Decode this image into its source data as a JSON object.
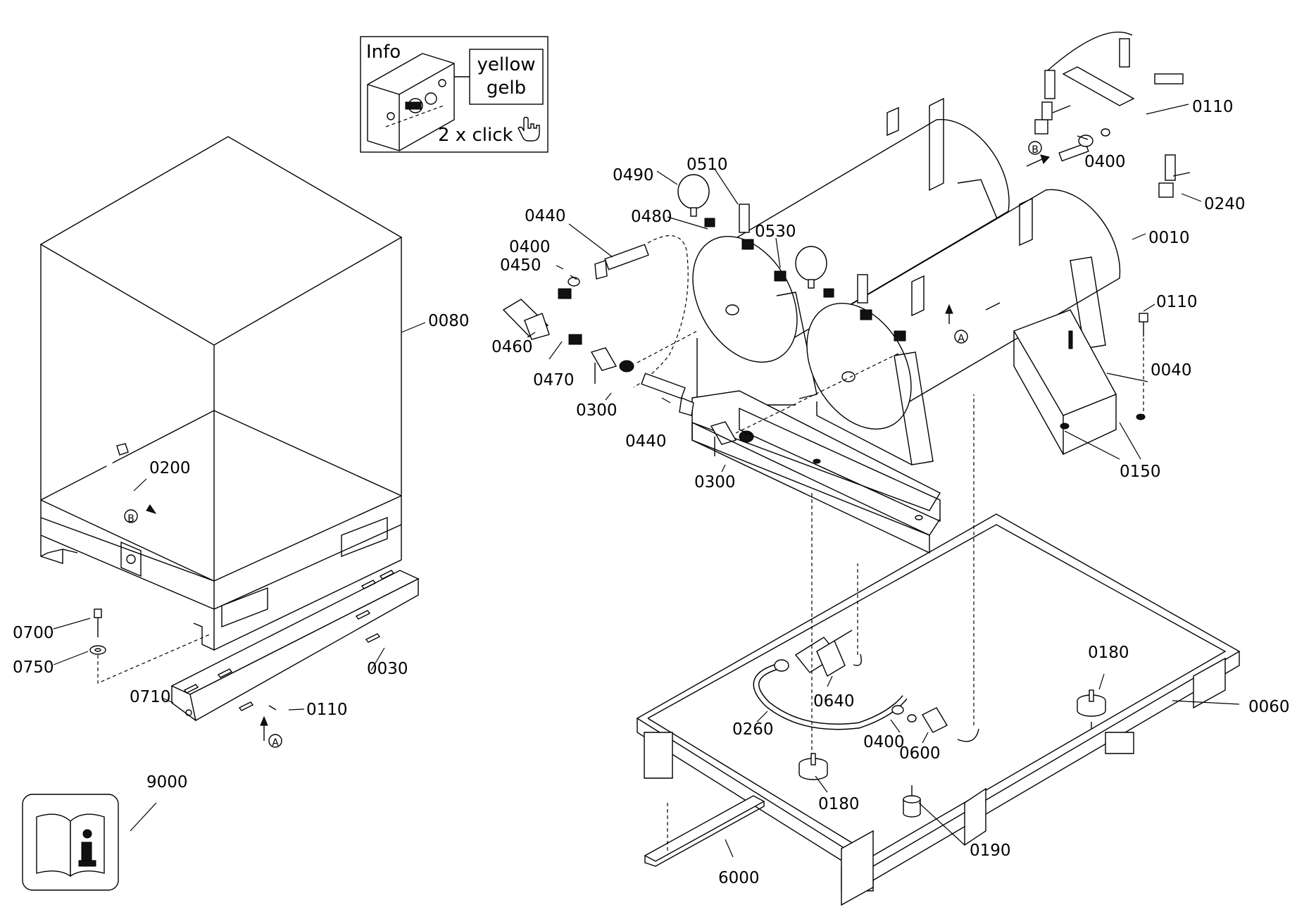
{
  "info_box": {
    "title": "Info",
    "color_line1": "yellow",
    "color_line2": "gelb",
    "click_hint": "2 x click",
    "icon": "pointing-hand-icon"
  },
  "manual_icon": {
    "icon": "book-info-icon",
    "callout": "9000"
  },
  "markers": {
    "A": "A",
    "B": "B"
  },
  "callouts": {
    "c0010": "0010",
    "c0030": "0030",
    "c0040": "0040",
    "c0060": "0060",
    "c0080": "0080",
    "c0110_a": "0110",
    "c0110_b": "0110",
    "c0110_c": "0110",
    "c0150": "0150",
    "c0180_a": "0180",
    "c0180_b": "0180",
    "c0190": "0190",
    "c0200": "0200",
    "c0240": "0240",
    "c0260": "0260",
    "c0300_a": "0300",
    "c0300_b": "0300",
    "c0400_a": "0400",
    "c0400_b": "0400",
    "c0400_c": "0400",
    "c0440_a": "0440",
    "c0440_b": "0440",
    "c0450": "0450",
    "c0460": "0460",
    "c0470": "0470",
    "c0480": "0480",
    "c0490": "0490",
    "c0510": "0510",
    "c0530": "0530",
    "c0600": "0600",
    "c0640": "0640",
    "c0700": "0700",
    "c0710": "0710",
    "c0750": "0750",
    "c6000": "6000"
  },
  "colors": {
    "line": "#000000",
    "background": "#ffffff",
    "part_fill": "#ffffff"
  }
}
